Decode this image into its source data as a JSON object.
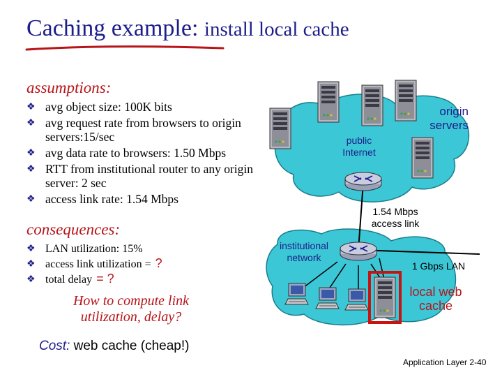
{
  "title": {
    "main": "Caching example:",
    "sub": "install local cache"
  },
  "assumptions": {
    "heading": "assumptions:",
    "items": [
      "avg object size: 100K bits",
      "avg request rate from browsers to origin servers:15/sec",
      "avg data rate to browsers: 1.50 Mbps",
      "RTT from institutional router to any origin server: 2 sec",
      "access link rate: 1.54 Mbps"
    ]
  },
  "consequences": {
    "heading": "consequences:",
    "items": [
      {
        "text": "LAN utilization: 15%",
        "q": ""
      },
      {
        "text": "access link utilization =",
        "q": "?"
      },
      {
        "text": "total delay",
        "q": "= ?"
      }
    ],
    "note_line1": "How to compute link",
    "note_line2": "utilization, delay?"
  },
  "diagram": {
    "origin_servers_l1": "origin",
    "origin_servers_l2": "servers",
    "public_internet_l1": "public",
    "public_internet_l2": "Internet",
    "access_link_l1": "1.54 Mbps",
    "access_link_l2": "access link",
    "institutional_l1": "institutional",
    "institutional_l2": "network",
    "lan": "1 Gbps LAN",
    "cache_l1": "local web",
    "cache_l2": "cache"
  },
  "cost": {
    "label": "Cost:",
    "text": "web cache (cheap!)"
  },
  "footer": {
    "section": "Application Layer",
    "page": "2-40"
  },
  "colors": {
    "title": "#1d1d8a",
    "accent": "#b8141a",
    "cloud": "#3cc7d6",
    "cloud_stroke": "#1a7d8a"
  }
}
